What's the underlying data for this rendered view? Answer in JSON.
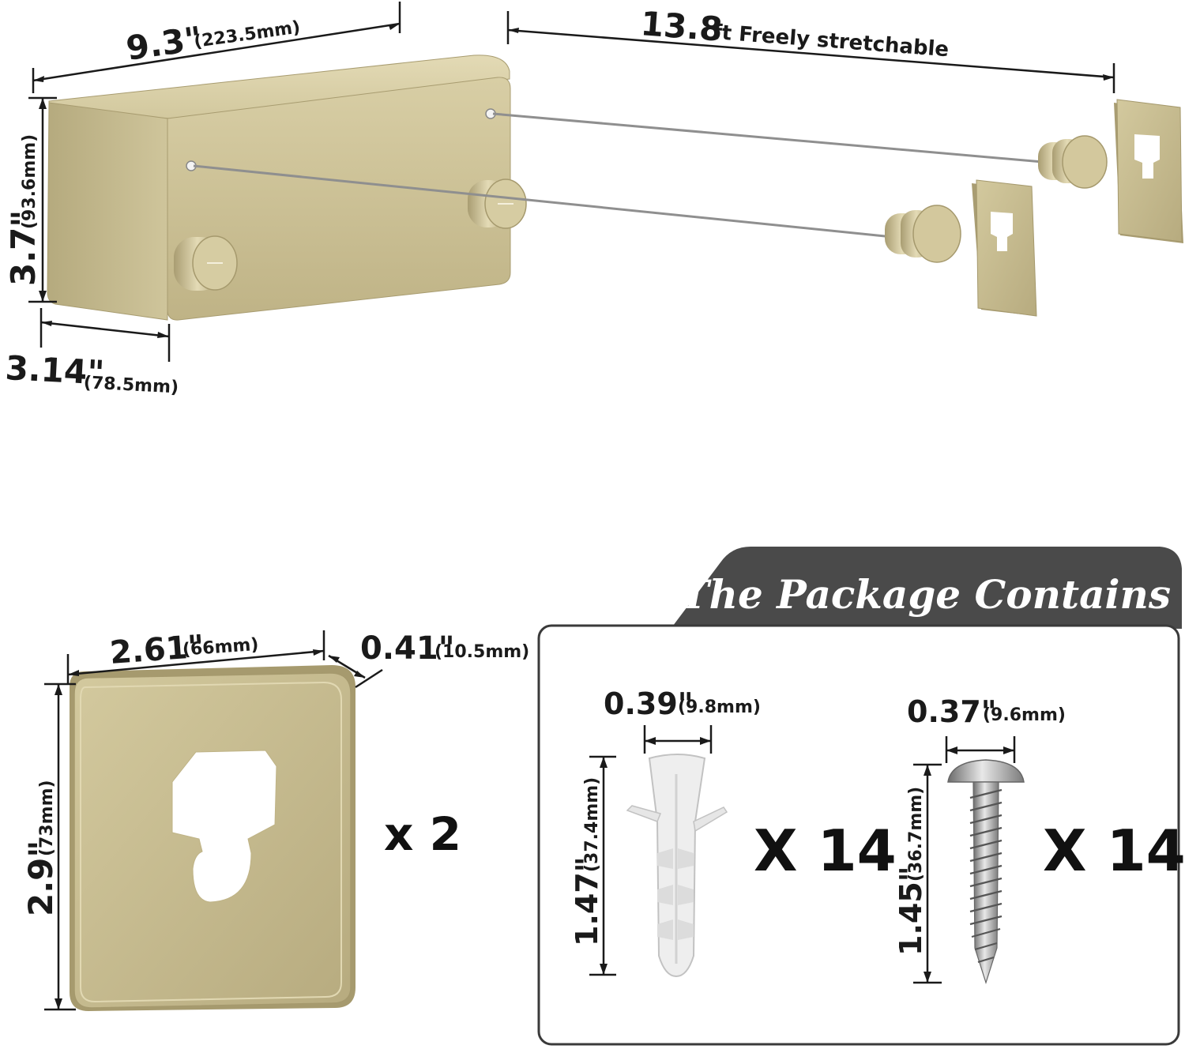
{
  "colors": {
    "gold_light": "#d9cfa6",
    "gold_mid": "#c2b68a",
    "gold_dark": "#9c9068",
    "banner": "#4a4a4a",
    "banner_text": "#ffffff",
    "panel_border": "#3a3a3a"
  },
  "dims": {
    "box_width_in": "9.3\"",
    "box_width_mm": "(223.5mm)",
    "rope_length": "13.8",
    "rope_unit_text": "ft Freely stretchable",
    "box_height_in": "3.7\"",
    "box_height_mm": "(93.6mm)",
    "box_depth_in": "3.14\"",
    "box_depth_mm": "(78.5mm)",
    "plate_width_in": "2.61\"",
    "plate_width_mm": "(66mm)",
    "plate_thick_in": "0.41\"",
    "plate_thick_mm": "(10.5mm)",
    "plate_height_in": "2.9\"",
    "plate_height_mm": "(73mm)",
    "anchor_width_in": "0.39\"",
    "anchor_width_mm": "(9.8mm)",
    "anchor_length_in": "1.47\"",
    "anchor_length_mm": "(37.4mm)",
    "screw_width_in": "0.37\"",
    "screw_width_mm": "(9.6mm)",
    "screw_length_in": "1.45\"",
    "screw_length_mm": "(36.7mm)"
  },
  "package": {
    "title": "The Package Contains",
    "plate_qty": "x  2",
    "anchor_qty": "X  14",
    "screw_qty": "X  14"
  }
}
